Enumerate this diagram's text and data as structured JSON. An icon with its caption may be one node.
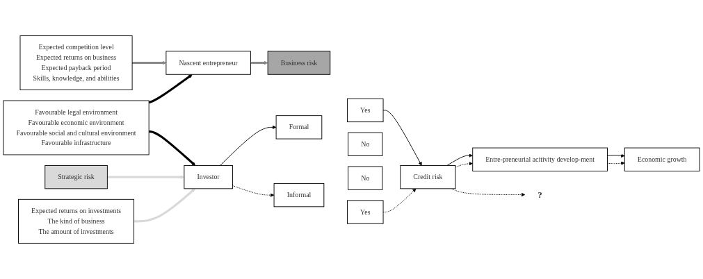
{
  "diagram": {
    "nodes": [
      {
        "text": [
          "Favourable legal environment",
          "Favourable economic environment",
          "Favourable social and cultural environment",
          "Favourable infrastructure"
        ]
      },
      {
        "text": [
          "Nascent entrepreneur"
        ]
      },
      {
        "text": [
          "Business risk"
        ]
      },
      {
        "text": [
          "Strategic risk"
        ]
      },
      {
        "text": [
          "Investor"
        ]
      },
      {
        "text": [
          "Expected competition level",
          "Expected returns on business",
          "Expected payback period",
          "Skills, knowledge, and abilities"
        ]
      },
      {
        "text": [
          "Expected returns on investments",
          "The kind of business",
          "The amount of investments"
        ]
      },
      {
        "text": [
          "Formal"
        ]
      },
      {
        "text": [
          "Yes"
        ]
      },
      {
        "text": [
          "No"
        ]
      },
      {
        "text": [
          "Informal"
        ]
      },
      {
        "text": [
          "No"
        ]
      },
      {
        "text": [
          "Yes"
        ]
      },
      {
        "text": [
          "Credit risk"
        ]
      },
      {
        "text": [
          "Entre-preneurial acitivity develop-ment"
        ]
      },
      {
        "text": [
          "Economic growth"
        ]
      },
      {
        "text": [
          "?"
        ]
      }
    ],
    "edges": [
      {
        "from": 0,
        "to": 1,
        "arrow": "to",
        "style": "thick"
      },
      {
        "from": 0,
        "to": 4,
        "arrow": "to",
        "style": "thick"
      },
      {
        "from": 1,
        "to": 2,
        "arrow": "to",
        "style": "thick",
        "color": "#888888"
      },
      {
        "from": 3,
        "to": 4,
        "arrow": "to",
        "style": "thick",
        "color": "#d9d9d9"
      },
      {
        "from": 5,
        "to": 1,
        "arrow": "to",
        "style": "thick",
        "color": "#888888"
      },
      {
        "from": 6,
        "to": 4,
        "arrow": "to",
        "style": "thick",
        "color": "#d9d9d9"
      },
      {
        "from": 4,
        "to": 7,
        "arrow": "to"
      },
      {
        "from": 4,
        "to": 10,
        "arrow": "to",
        "style": "dashed"
      },
      {
        "from": 8,
        "to": 13,
        "arrow": "to"
      },
      {
        "from": 12,
        "to": 13,
        "arrow": "to",
        "style": "dashed"
      },
      {
        "from": 13,
        "to": 14,
        "arrow": "to"
      },
      {
        "from": 13,
        "to": 14,
        "arrow": "to",
        "style": "dashed"
      },
      {
        "from": 14,
        "to": 15,
        "arrow": "to"
      },
      {
        "from": 14,
        "to": 15,
        "arrow": "to",
        "style": "dashed"
      },
      {
        "from": 13,
        "to": 16,
        "arrow": "to",
        "style": "dashed"
      }
    ]
  }
}
